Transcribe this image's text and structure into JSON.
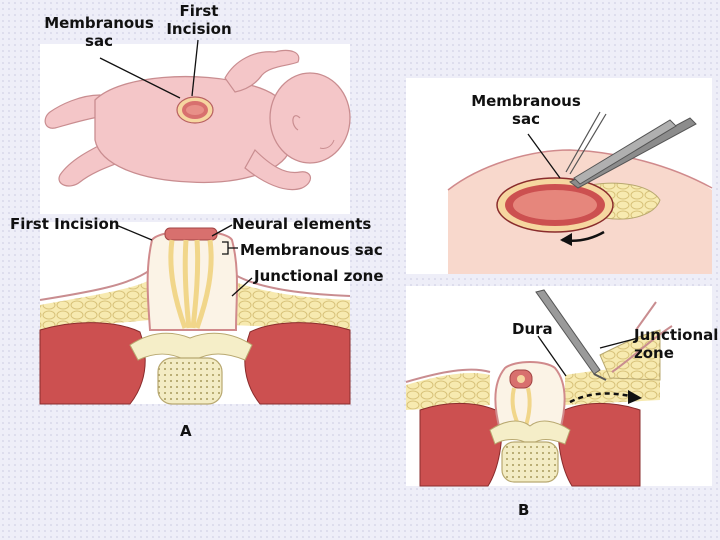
{
  "figure_a": {
    "label": "A",
    "baby": {
      "membranous_sac": "Membranous\nsac",
      "first_incision": "First\nIncision"
    },
    "section": {
      "first_incision": "First Incision",
      "neural_elements": "Neural elements",
      "membranous_sac": "Membranous sac",
      "junctional_zone": "Junctional zone"
    }
  },
  "figure_b": {
    "label": "B",
    "top": {
      "membranous_sac": "Membranous\nsac"
    },
    "bottom": {
      "dura": "Dura",
      "junctional_zone": "Junctional\nzone"
    }
  },
  "colors": {
    "skin": "#f4c6c8",
    "muscle": "#cc5050",
    "fat": "#f7eab0",
    "bone": "#f5eec8",
    "sac": "#d8706e"
  }
}
